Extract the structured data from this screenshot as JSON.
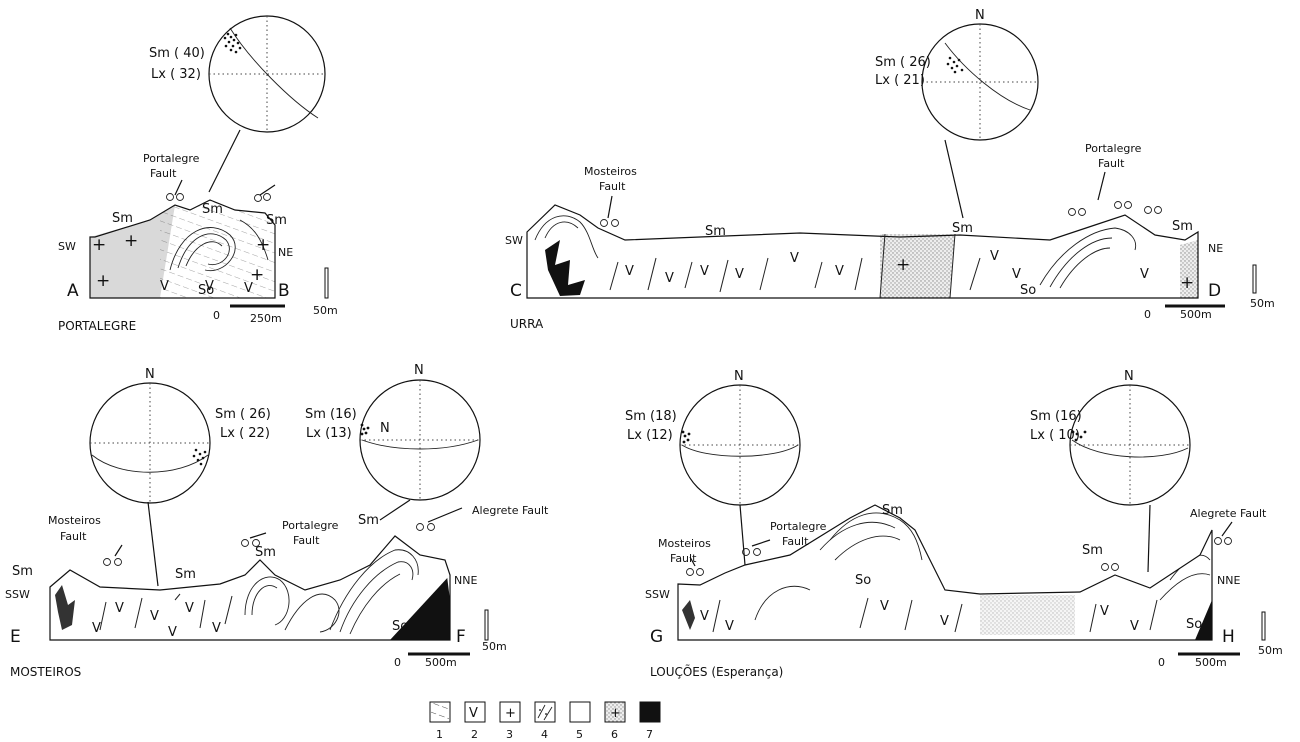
{
  "sections": {
    "portalegre": {
      "title": "PORTALEGRE",
      "end_left": "A",
      "end_right": "B",
      "dir_left": "SW",
      "dir_right": "NE",
      "fault": "Portalegre\nFault",
      "sm_labels": [
        "Sm",
        "Sm",
        "Sm"
      ],
      "so_label": "So",
      "scale_h": {
        "zero": "0",
        "length": "250m"
      },
      "scale_v": "50m",
      "stereonet": {
        "sm": "Sm ( 40)",
        "lx": "Lx ( 32)"
      }
    },
    "urra": {
      "title": "URRA",
      "end_left": "C",
      "end_right": "D",
      "dir_left": "SW",
      "dir_right": "NE",
      "faults": [
        "Mosteiros\nFault",
        "Portalegre\nFault"
      ],
      "sm_labels": [
        "Sm",
        "Sm",
        "Sm"
      ],
      "so_label": "So",
      "scale_h": {
        "zero": "0",
        "length": "500m"
      },
      "scale_v": "50m",
      "stereonet": {
        "north": "N",
        "sm": "Sm ( 26)",
        "lx": "Lx ( 21)"
      }
    },
    "mosteiros": {
      "title": "MOSTEIROS",
      "end_left": "E",
      "end_right": "F",
      "dir_left": "SSW",
      "dir_right": "NNE",
      "faults": [
        "Mosteiros\nFault",
        "Portalegre\nFault",
        "Alegrete Fault"
      ],
      "sm_labels": [
        "Sm",
        "Sm",
        "Sm",
        "Sm"
      ],
      "so_label": "So",
      "scale_h": {
        "zero": "0",
        "length": "500m"
      },
      "scale_v": "50m",
      "stereonets": [
        {
          "north": "N",
          "sm": "Sm ( 26)",
          "lx": "Lx ( 22)"
        },
        {
          "north": "N",
          "inner": "N",
          "sm": "Sm (16)",
          "lx": "Lx (13)"
        }
      ]
    },
    "loucoes": {
      "title": "LOUÇÕES (Esperança)",
      "end_left": "G",
      "end_right": "H",
      "dir_left": "SSW",
      "dir_right": "NNE",
      "faults": [
        "Mosteiros\nFault",
        "Portalegre\nFault",
        "Alegrete Fault"
      ],
      "sm_labels": [
        "Sm",
        "Sm"
      ],
      "so_labels": [
        "So",
        "So"
      ],
      "scale_h": {
        "zero": "0",
        "length": "500m"
      },
      "scale_v": "50m",
      "stereonets": [
        {
          "north": "N",
          "sm": "Sm (18)",
          "lx": "Lx (12)"
        },
        {
          "north": "N",
          "sm": "Sm (16)",
          "lx": "Lx ( 10)"
        }
      ]
    }
  },
  "legend": [
    {
      "number": "1",
      "symbol": "foliated"
    },
    {
      "number": "2",
      "symbol": "V"
    },
    {
      "number": "3",
      "symbol": "+"
    },
    {
      "number": "4",
      "symbol": "dashed-dotted"
    },
    {
      "number": "5",
      "symbol": "blank"
    },
    {
      "number": "6",
      "symbol": "stippled-cross"
    },
    {
      "number": "7",
      "symbol": "solid-black"
    }
  ]
}
